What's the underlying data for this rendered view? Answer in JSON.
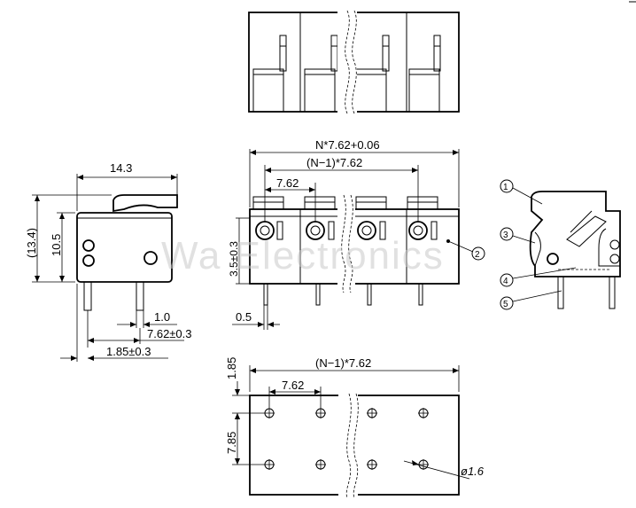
{
  "watermark": "Wa Electronics",
  "side_view": {
    "width_label": "14.3",
    "height_label": "10.5",
    "overall_height_label": "(13.4)",
    "pin_width_label": "1.0",
    "pin_pitch_label": "7.62±0.3",
    "offset_label": "1.85±0.3"
  },
  "front_view": {
    "overall_label": "N*7.62+0.06",
    "span_label": "(N−1)*7.62",
    "pitch_label": "7.62",
    "vertical_label": "3.5±0.3",
    "pin_label": "0.5",
    "callout_2": "2"
  },
  "callouts": [
    "1",
    "3",
    "4",
    "5"
  ],
  "pcb_view": {
    "top_margin_label": "1.85",
    "span_label": "(N−1)*7.62",
    "pitch_label": "7.62",
    "row_spacing_label": "7.85",
    "hole_label": "ø1.6"
  }
}
